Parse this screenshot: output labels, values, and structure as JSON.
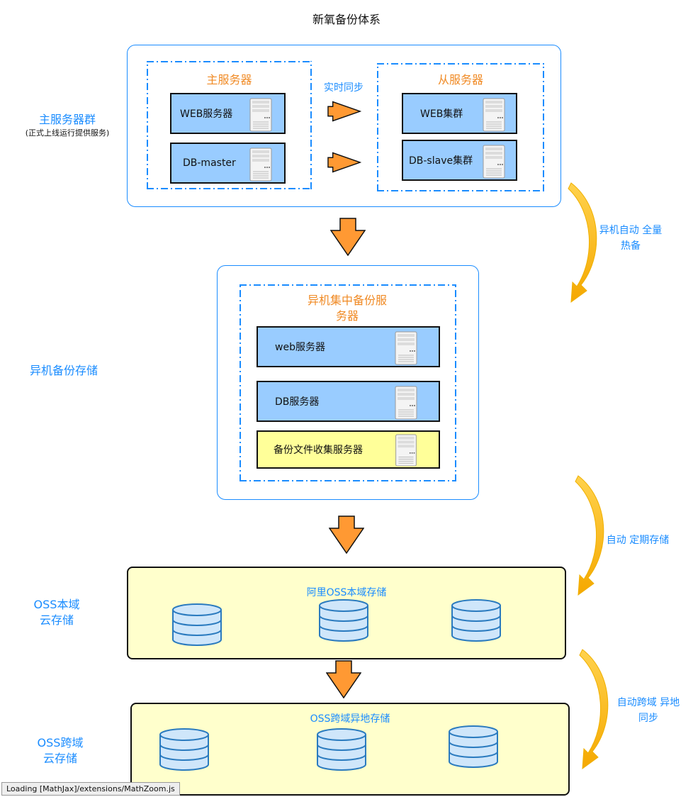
{
  "title": "新氧备份体系",
  "side_labels": {
    "main_group": "主服务器群",
    "main_group_note": "(正式上线运行提供服务)",
    "offsite_backup": "异机备份存储",
    "oss_local_1": "OSS本域",
    "oss_local_2": "云存储",
    "oss_cross_1": "OSS跨域",
    "oss_cross_2": "云存储"
  },
  "master": {
    "title": "主服务器",
    "servers": [
      "WEB服务器",
      "DB-master"
    ]
  },
  "slave": {
    "title": "从服务器",
    "servers": [
      "WEB集群",
      "DB-slave集群"
    ]
  },
  "sync_label": "实时同步",
  "backup": {
    "title_line1": "异机集中备份服",
    "title_line2": "务器",
    "servers": [
      "web服务器",
      "DB服务器",
      "备份文件收集服务器"
    ]
  },
  "oss_local_label": "阿里OSS本域存储",
  "oss_cross_label": "OSS跨域异地存储",
  "curved_labels": {
    "hot_1": "异机自动 全量",
    "hot_2": "热备",
    "periodic": "自动 定期存储",
    "cross_1": "自动跨域 异地",
    "cross_2": "同步"
  },
  "status_bar": "Loading [MathJax]/extensions/MathZoom.js",
  "colors": {
    "accent_blue": "#1a8cff",
    "orange": "#f08a24",
    "server_blue": "#99ccff",
    "server_yellow": "#ffff99",
    "storage_bg": "#ffffcc"
  }
}
